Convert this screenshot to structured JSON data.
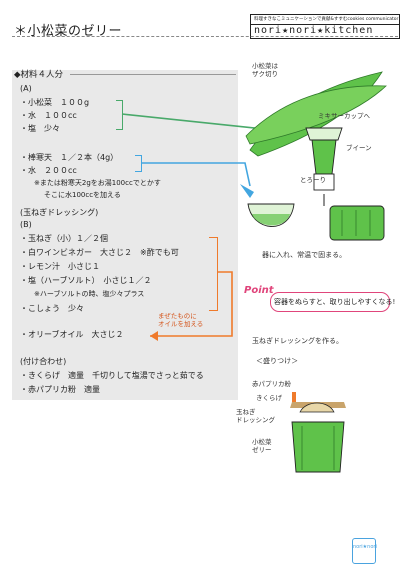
{
  "title": "＊小松菜のゼリー",
  "header": {
    "subtitle": "料理すきなこミュニケーションで貢献&すすむcookies communicator 冬木典子作",
    "brand": "nori★nori★kitchen"
  },
  "ingredients": {
    "heading": "◆材料４人分",
    "group_a_label": "(A)",
    "group_a": [
      "・小松菜　１００g",
      "・水　１００cc",
      "・塩　少々"
    ],
    "kanten": [
      "・棒寒天　１／２本（4g）",
      "・水　２００cc"
    ],
    "kanten_note_1": "※または粉寒天2gをお湯100ccでとかす",
    "kanten_note_2": "そこに水100ccを加える",
    "group_b_label": "(玉ねぎドレッシング)",
    "group_b_sub": "(B)",
    "group_b": [
      "・玉ねぎ（小）１／２個",
      "・白ワインビネガー　大さじ２　※酢でも可",
      "・レモン汁　小さじ１",
      "・塩（ハーブソルト）　小さじ１／２",
      "※ハーブソルトの時、塩少々プラス",
      "・こしょう　少々"
    ],
    "oil": "・オリーブオイル　大さじ２",
    "oil_note": "まぜたものに\nオイルを加える",
    "garnish_label": "(付け合わせ)",
    "garnish": [
      "・きくらげ　適量　千切りして塩湯でさっと茹でる",
      "・赤パプリカ粉　適量"
    ]
  },
  "notes": {
    "komatsuna": "小松菜は\nザク切り",
    "mixer": "ミキサーカップへ",
    "blend": "ブイーン",
    "pour": "とろーり",
    "chill": "器に入れ、常温で固まる。",
    "point_label": "Point",
    "point_text": "容器をぬらすと、取り出しやすくなる!",
    "dressing": "玉ねぎドレッシングを作る。",
    "plating": "＜盛りつけ＞",
    "paprika": "赤パプリカ粉",
    "kikurage": "きくらげ",
    "dressing_tag": "玉ねぎ\nドレッシング",
    "jelly_tag": "小松菜\nゼリー",
    "badge": "nori★nori"
  },
  "colors": {
    "green_bracket": "#49a96a",
    "blue_bracket": "#42a6e0",
    "orange_bracket": "#ef7a2b",
    "pink_point": "#e0457b",
    "jelly_green": "#5fc24a"
  }
}
